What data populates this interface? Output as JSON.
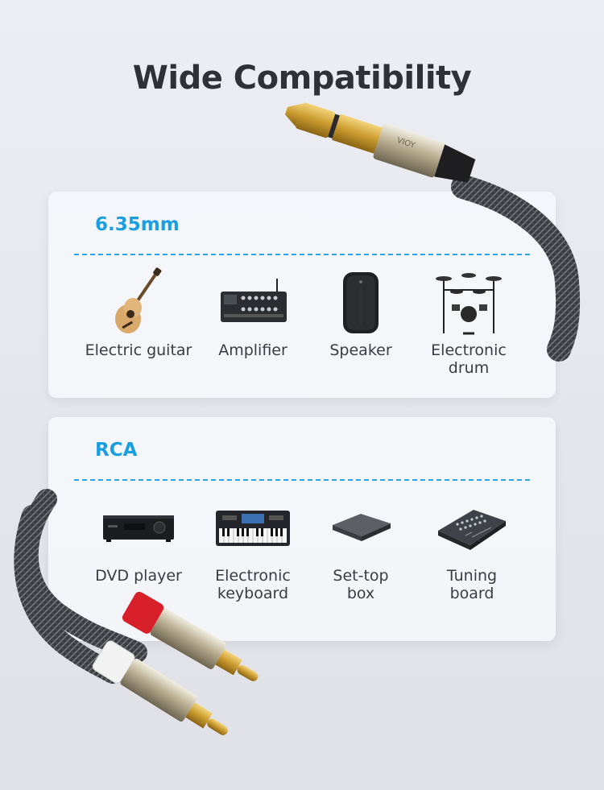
{
  "title": "Wide Compatibility",
  "colors": {
    "accent": "#1a9ee2",
    "gold": "#d8a93a",
    "red_plug": "#d8202a"
  },
  "sections": [
    {
      "name": "6.35mm",
      "items": [
        {
          "label": "Electric guitar",
          "icon": "guitar-icon"
        },
        {
          "label": "Amplifier",
          "icon": "amplifier-icon"
        },
        {
          "label": "Speaker",
          "icon": "speaker-icon"
        },
        {
          "label": "Electronic\ndrum",
          "icon": "drum-kit-icon"
        }
      ]
    },
    {
      "name": "RCA",
      "items": [
        {
          "label": "DVD player",
          "icon": "dvd-player-icon"
        },
        {
          "label": "Electronic\nkeyboard",
          "icon": "keyboard-icon"
        },
        {
          "label": "Set-top\nbox",
          "icon": "set-top-box-icon"
        },
        {
          "label": "Tuning\nboard",
          "icon": "mixing-board-icon"
        }
      ]
    }
  ],
  "plug_brand": "VIOY"
}
